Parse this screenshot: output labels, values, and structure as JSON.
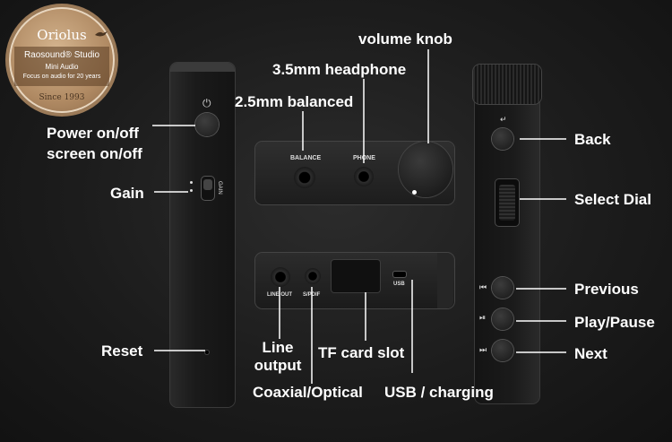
{
  "badge": {
    "brand": "Oriolus",
    "studio": "Raosound® Studio",
    "mini": "Mini Audio",
    "tagline": "Focus on audio for 20 years",
    "since": "Since 1993"
  },
  "device_text": {
    "gain_side": "GAIN",
    "balance": "BALANCE",
    "phone": "PHONE",
    "line_out": "LINE OUT",
    "spdif": "S/PDIF",
    "usb": "USB"
  },
  "callouts": {
    "volume_knob": "volume knob",
    "headphone_35": "3.5mm headphone",
    "balanced_25": "2.5mm balanced",
    "power_line1": "Power on/off",
    "power_line2": "screen on/off",
    "gain": "Gain",
    "reset": "Reset",
    "line_output_1": "Line",
    "line_output_2": "output",
    "tf_card": "TF card slot",
    "coaxial": "Coaxial/Optical",
    "usb_charging": "USB / charging",
    "back": "Back",
    "select_dial": "Select Dial",
    "previous": "Previous",
    "play_pause": "Play/Pause",
    "next": "Next"
  },
  "icons": {
    "power": "power-icon",
    "back": "back-arrow-icon",
    "previous": "previous-track-icon",
    "play_pause": "play-pause-icon",
    "next": "next-track-icon"
  },
  "colors": {
    "background": "#1c1c1c",
    "text": "#ffffff",
    "badge": "#b08a63"
  }
}
